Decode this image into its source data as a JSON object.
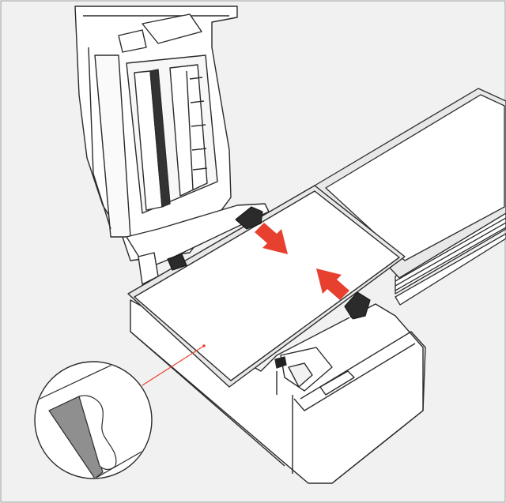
{
  "figure": {
    "kind": "label-printer-loading-illustration",
    "colors": {
      "background": "#f1f1f1",
      "outline": "#2b2b2b",
      "paper": "#ffffff",
      "arrow": "#e8402f",
      "callout_line": "#e8402f",
      "backing_grey": "#9a9a9a",
      "guide_dark": "#222222"
    },
    "icons": [
      "printer-body",
      "open-lid",
      "label-stack",
      "feed-label",
      "guide-arrows",
      "peel-corner-magnifier"
    ]
  }
}
